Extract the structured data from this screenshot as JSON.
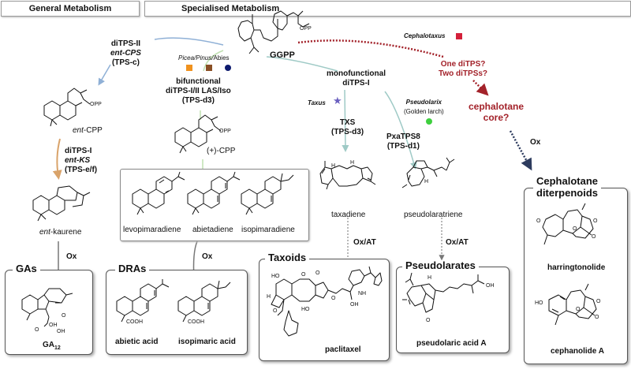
{
  "headers": {
    "general": "General Metabolism",
    "specialised": "Specialised Metabolism"
  },
  "precursor": {
    "name": "GGPP",
    "opp": "OPP"
  },
  "enzymes": {
    "ditps2": {
      "line1": "diTPS-II",
      "line2": "ent-CPS",
      "line3": "(TPS-c)"
    },
    "ditps1_ks": {
      "line1": "diTPS-I",
      "line2": "ent-KS",
      "line3": "(TPS-e/f)"
    },
    "bifunctional": {
      "line1": "bifunctional",
      "line2": "diTPS-I/II LAS/Iso",
      "line3": "(TPS-d3)"
    },
    "monofunctional": {
      "line1": "monofunctional",
      "line2": "diTPS-I"
    },
    "txs": {
      "line1": "TXS",
      "line2": "(TPS-d3)"
    },
    "pxatps8": {
      "line1": "PxaTPS8",
      "line2": "(TPS-d1)"
    },
    "unknown": {
      "line1": "One diTPS?",
      "line2": "Two diTPSs?"
    }
  },
  "organisms": {
    "picea_pinus_abies": {
      "picea": "Picea",
      "pinus": "Pinus",
      "abies": "Abies",
      "sep": "/"
    },
    "taxus": "Taxus",
    "pseudolarix": {
      "line1": "Pseudolarix",
      "line2": "(Golden larch)"
    },
    "cephalotaxus": "Cephalotaxus"
  },
  "markers": {
    "picea": {
      "shape": "square",
      "color": "#f0921e"
    },
    "pinus": {
      "shape": "square",
      "color": "#8a4f25"
    },
    "abies": {
      "shape": "circle",
      "color": "#0d1a6e"
    },
    "taxus": {
      "shape": "star",
      "color": "#6a5fbf"
    },
    "pseudolarix": {
      "shape": "circle",
      "color": "#3ecf3e"
    },
    "cephalotaxus": {
      "shape": "square",
      "color": "#d4203a"
    }
  },
  "intermediates": {
    "ent_cpp": {
      "prefix": "ent",
      "name": "-CPP"
    },
    "plus_cpp": "(+)-CPP",
    "ent_kaurene": {
      "prefix": "ent",
      "name": "-kaurene"
    },
    "levopimaradiene": "levopimaradiene",
    "abietadiene": "abietadiene",
    "isopimaradiene": "isopimaradiene",
    "taxadiene": "taxadiene",
    "pseudolaratriene": "pseudolaratriene",
    "cephalotane_core": {
      "line1": "cephalotane",
      "line2": "core?"
    }
  },
  "steps": {
    "ox_ga": "Ox",
    "ox_dra": "Ox",
    "ox_at_taxoid": "Ox/AT",
    "ox_at_pseudo": "Ox/AT",
    "ox_ceph": "Ox"
  },
  "product_boxes": {
    "gas": {
      "title": "GAs",
      "compound": "GA",
      "subscript": "12"
    },
    "dras": {
      "title": "DRAs",
      "compounds": [
        "abietic acid",
        "isopimaric acid"
      ]
    },
    "taxoids": {
      "title": "Taxoids",
      "compound": "paclitaxel"
    },
    "pseudolarates": {
      "title": "Pseudolarates",
      "compound": "pseudolaric acid A"
    },
    "cephalotane": {
      "title_line1": "Cephalotane",
      "title_line2": "diterpenoids",
      "compounds": [
        "harringtonolide",
        "cephanolide A"
      ]
    }
  },
  "atom_labels": {
    "oh": "OH",
    "cooh": "COOH",
    "h": "H",
    "o": "O",
    "ho": "HO",
    "nh": "NH"
  },
  "colors": {
    "blue_arrow": "#8fb0d6",
    "orange_arrow": "#d9a36a",
    "green_arrow": "#bfe0b0",
    "teal_arrow": "#9fcac6",
    "red_dotted": "#a3222a",
    "navy_dotted": "#2d3b5e",
    "grey_arrow": "#777777"
  }
}
